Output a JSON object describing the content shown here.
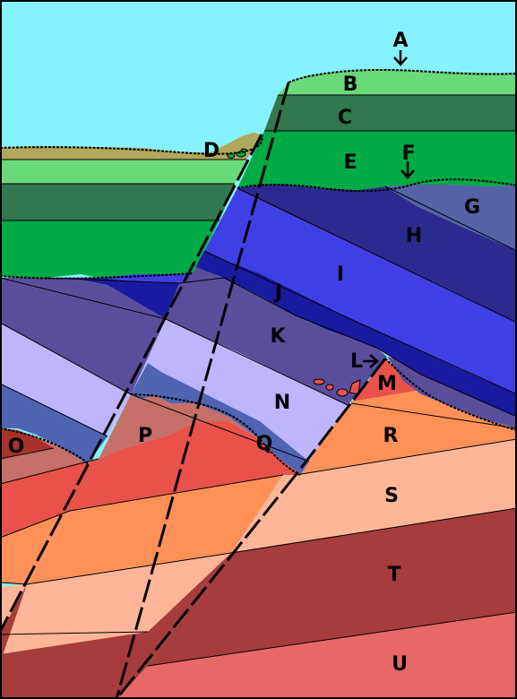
{
  "colors": {
    "sky": "#86f2ff",
    "unit_a_soil": "#b0a85a",
    "unit_b": "#6ad97a",
    "unit_c": "#32784f",
    "unit_e": "#00aa44",
    "unit_g": "#5563a6",
    "unit_h": "#2b2b8f",
    "unit_i": "#3f3fe6",
    "unit_j": "#1a1aa0",
    "unit_k": "#5a4e9c",
    "unit_n": "#bfb5ff",
    "unit_q": "#4f64b3",
    "unit_o": "#a8322a",
    "unit_p": "#c56f68",
    "unit_m": "#e8524a",
    "unit_r": "#ff9158",
    "unit_s": "#ffb698",
    "unit_t": "#a63c3c",
    "unit_u": "#e86868",
    "outline": "#000000"
  },
  "labels": {
    "a": "A",
    "b": "B",
    "c": "C",
    "d": "D",
    "e": "E",
    "f": "F",
    "g": "G",
    "h": "H",
    "i": "I",
    "j": "J",
    "k": "K",
    "l": "L",
    "m": "M",
    "n": "N",
    "o": "O",
    "p": "P",
    "q": "Q",
    "r": "R",
    "s": "S",
    "t": "T",
    "u": "U"
  }
}
